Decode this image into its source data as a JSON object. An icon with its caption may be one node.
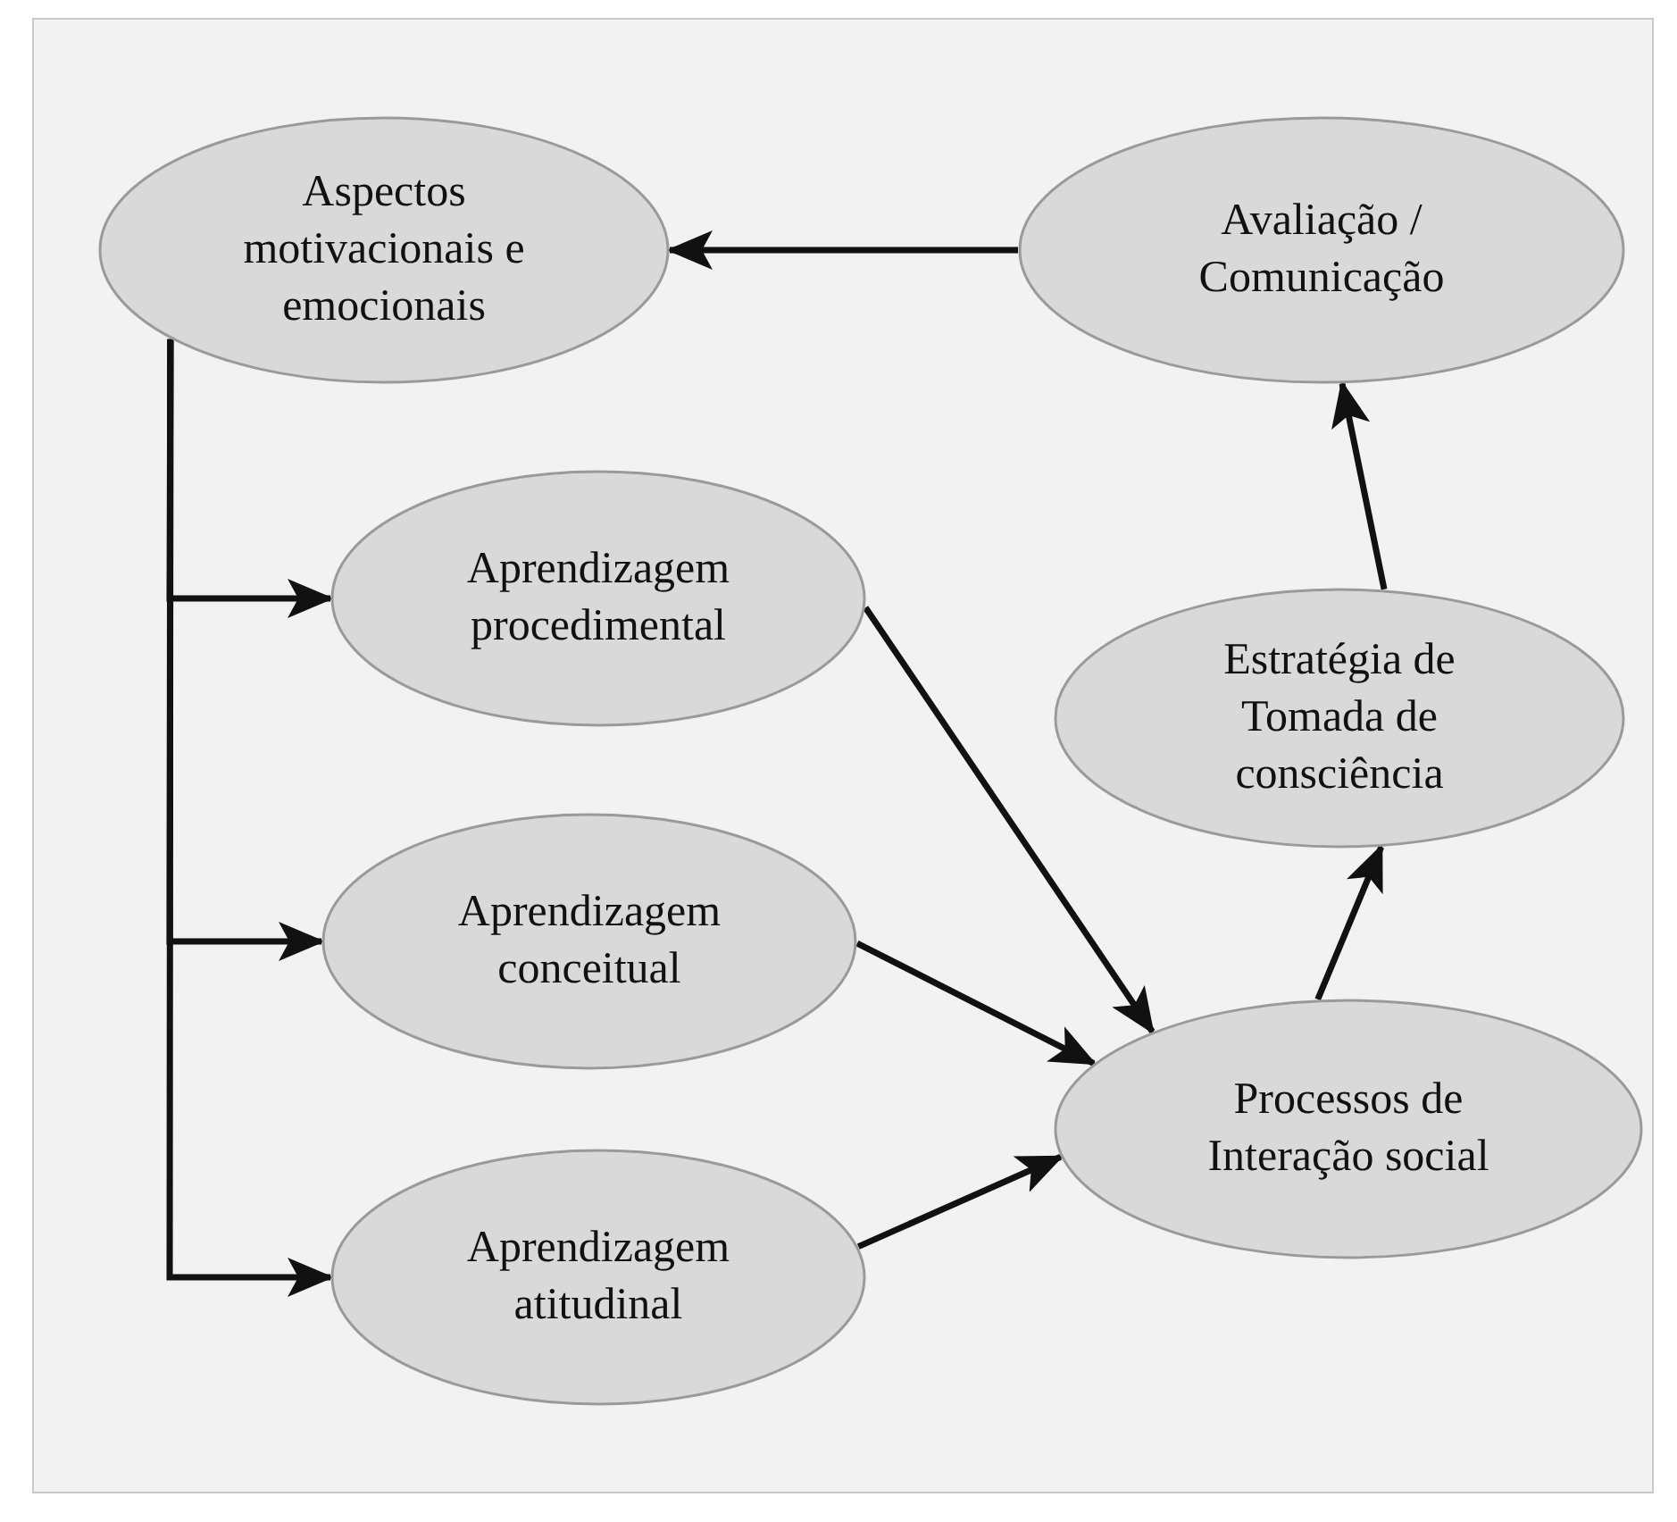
{
  "diagram": {
    "nodes": [
      {
        "text": [
          "Aspectos motivacionais e emocionais"
        ]
      },
      {
        "text": [
          "Avaliação / Comunicação"
        ]
      },
      {
        "text": [
          "Aprendizagem procedimental"
        ]
      },
      {
        "text": [
          "Estratégia de Tomada de consciência"
        ]
      },
      {
        "text": [
          "Aprendizagem conceitual"
        ]
      },
      {
        "text": [
          "Processos de Interação social"
        ]
      },
      {
        "text": [
          "Aprendizagem atitudinal"
        ]
      }
    ],
    "edges": [
      {
        "from": 1,
        "to": 0,
        "arrow": "to"
      },
      {
        "from": 0,
        "to": 2,
        "arrow": "to"
      },
      {
        "from": 0,
        "to": 4,
        "arrow": "to"
      },
      {
        "from": 0,
        "to": 6,
        "arrow": "to"
      },
      {
        "from": 2,
        "to": 5,
        "arrow": "to"
      },
      {
        "from": 4,
        "to": 5,
        "arrow": "to"
      },
      {
        "from": 6,
        "to": 5,
        "arrow": "to"
      },
      {
        "from": 5,
        "to": 3,
        "arrow": "to"
      },
      {
        "from": 3,
        "to": 1,
        "arrow": "to"
      }
    ]
  }
}
